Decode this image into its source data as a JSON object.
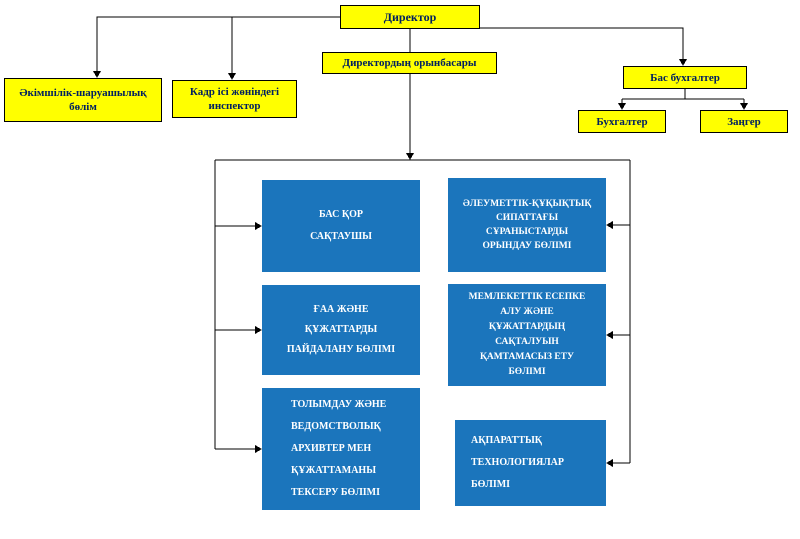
{
  "org_chart": {
    "director": {
      "label": "Директор"
    },
    "deputy": {
      "label": "Директордың орынбасары"
    },
    "admin_dept": {
      "label": "Әкімшілік-шаруашылық\nбөлім"
    },
    "hr_inspector": {
      "label": "Кадр ісі жөніндегі\nинспектор"
    },
    "chief_accountant": {
      "label": "Бас бухгалтер"
    },
    "accountant": {
      "label": "Бухгалтер"
    },
    "lawyer": {
      "label": "Заңгер"
    },
    "left_departments": [
      {
        "label": "БАС ҚОР\nСАҚТАУШЫ"
      },
      {
        "label": "ҒАА ЖӘНЕ\nҚҰЖАТТАРДЫ\nПАЙДАЛАНУ БӨЛІМІ"
      },
      {
        "label": "ТОЛЫМДАУ ЖӘНЕ\nВЕДОМСТВОЛЫҚ\nАРХИВТЕР МЕН\nҚҰЖАТТАМАНЫ\nТЕКСЕРУ БӨЛІМІ"
      }
    ],
    "right_departments": [
      {
        "label": "ӘЛЕУМЕТТІК-ҚҰҚЫҚТЫҚ\nСИПАТТАҒЫ\nСҰРАНЫСТАРДЫ\nОРЫНДАУ БӨЛІМІ"
      },
      {
        "label": "МЕМЛЕКЕТТІК ЕСЕПКЕ\nАЛУ ЖӘНЕ\nҚҰЖАТТАРДЫҢ\nСАҚТАЛУЫН\nҚАМТАМАСЫЗ ЕТУ\nБӨЛІМІ"
      },
      {
        "label": "АҚПАРАТТЫҚ\nТЕХНОЛОГИЯЛАР\nБӨЛІМІ"
      }
    ],
    "colors": {
      "top_node_fill": "#FFFF00",
      "top_node_text": "#002060",
      "department_fill": "#1B75BC",
      "department_text": "#FFFFFF",
      "connector": "#000000"
    }
  }
}
